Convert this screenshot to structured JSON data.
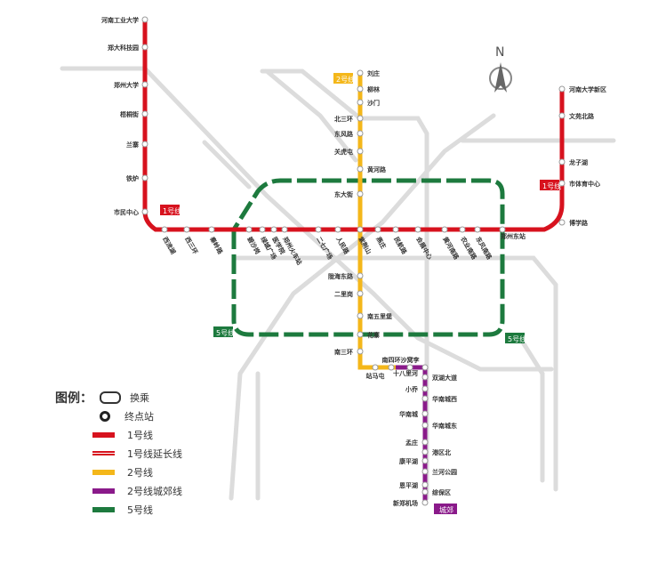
{
  "compass": "N",
  "badges": {
    "line1": "1号线",
    "line2": "2号线",
    "line5": "5号线",
    "suburban": "城郊"
  },
  "line_colors": {
    "line1": "#d7121e",
    "line2": "#f4b71a",
    "suburban": "#8a1a8a",
    "line5": "#1d7a3e",
    "future": "#d8d8d8"
  },
  "line1_north": [
    "河南工业大学",
    "郑大科技园",
    "郑州大学",
    "梧桐街",
    "兰寨",
    "铁炉",
    "市民中心"
  ],
  "line1_main": [
    "西流湖",
    "西三环",
    "秦岭路",
    "碧沙岗",
    "绿城广场",
    "医学院",
    "郑州火车站",
    "二七广场",
    "人民路",
    "紫荆山",
    "燕庄",
    "民航路",
    "会展中心",
    "黄河南路",
    "农业南路",
    "东风南路",
    "郑州东站"
  ],
  "line1_east": [
    "河南大学新区",
    "文苑北路",
    "龙子湖",
    "市体育中心",
    "博学路"
  ],
  "line2": [
    "刘庄",
    "柳林",
    "沙门",
    "北三环",
    "东风路",
    "关虎屯",
    "黄河路",
    "东大街",
    "陇海东路",
    "二里岗",
    "南五里堡",
    "花寨",
    "南三环",
    "站马屯"
  ],
  "suburban": [
    "南四环",
    "沙窝李",
    "十八里河",
    "双湖大道",
    "小乔",
    "华南城西",
    "华南城",
    "华南城东",
    "孟庄",
    "港区北",
    "康平湖",
    "兰河公园",
    "恩平湖",
    "综保区",
    "新郑机场"
  ],
  "legend": {
    "title": "图例：",
    "items": [
      {
        "label": "换乘",
        "icon": "interchange"
      },
      {
        "label": "终点站",
        "icon": "terminal"
      },
      {
        "label": "1号线",
        "color": "#d7121e"
      },
      {
        "label": "1号线延长线",
        "color": "#d7121e",
        "striped": true
      },
      {
        "label": "2号线",
        "color": "#f4b71a"
      },
      {
        "label": "2号线城郊线",
        "color": "#8a1a8a"
      },
      {
        "label": "5号线",
        "color": "#1d7a3e"
      }
    ]
  }
}
